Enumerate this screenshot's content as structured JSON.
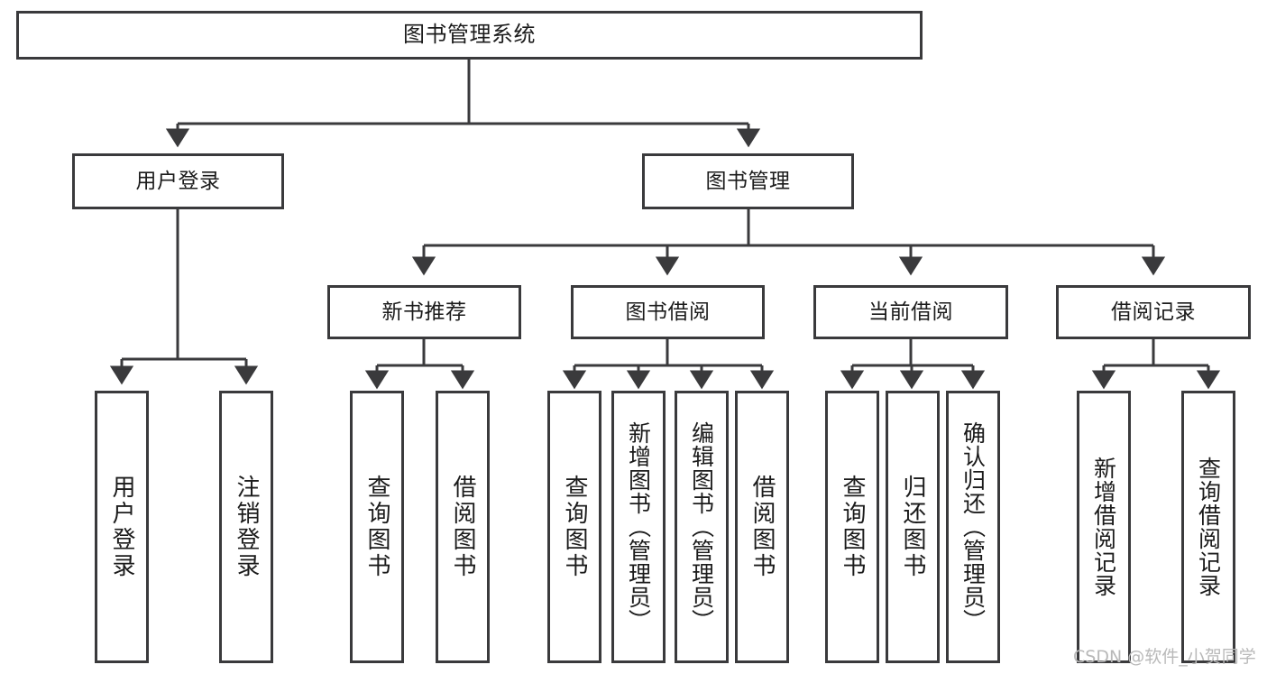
{
  "diagram": {
    "title": "图书管理系统",
    "type": "功能结构图",
    "style": {
      "border_color": "#3a3a3c",
      "background": "#ffffff",
      "text_color": "#1b1b1b",
      "watermark_color": "#b9b9b9"
    }
  },
  "root": {
    "id": "root",
    "label": "图书管理系统"
  },
  "level2": [
    {
      "id": "user-login",
      "label": "用户登录"
    },
    {
      "id": "book-management",
      "label": "图书管理"
    }
  ],
  "level3": [
    {
      "id": "new-book-recommend",
      "label": "新书推荐"
    },
    {
      "id": "book-borrow",
      "label": "图书借阅"
    },
    {
      "id": "current-borrow",
      "label": "当前借阅"
    },
    {
      "id": "borrow-record",
      "label": "借阅记录"
    }
  ],
  "leaves": {
    "user_login": [
      {
        "id": "leaf-user-login",
        "label": "用户登录"
      },
      {
        "id": "leaf-logout",
        "label": "注销登录"
      }
    ],
    "new_book_recommend": [
      {
        "id": "leaf-query-book-1",
        "label": "查询图书"
      },
      {
        "id": "leaf-borrow-book-1",
        "label": "借阅图书"
      }
    ],
    "book_borrow": [
      {
        "id": "leaf-query-book-2",
        "label": "查询图书"
      },
      {
        "id": "leaf-add-book",
        "label": "新增图书（管理员）"
      },
      {
        "id": "leaf-edit-book",
        "label": "编辑图书（管理员）"
      },
      {
        "id": "leaf-borrow-book-2",
        "label": "借阅图书"
      }
    ],
    "current_borrow": [
      {
        "id": "leaf-query-book-3",
        "label": "查询图书"
      },
      {
        "id": "leaf-return-book",
        "label": "归还图书"
      },
      {
        "id": "leaf-confirm-return",
        "label": "确认归还（管理员）"
      }
    ],
    "borrow_record": [
      {
        "id": "leaf-add-record",
        "label": "新增借阅记录"
      },
      {
        "id": "leaf-query-record",
        "label": "查询借阅记录"
      }
    ]
  },
  "watermark": {
    "text": "CSDN @软件_小贺同学"
  }
}
